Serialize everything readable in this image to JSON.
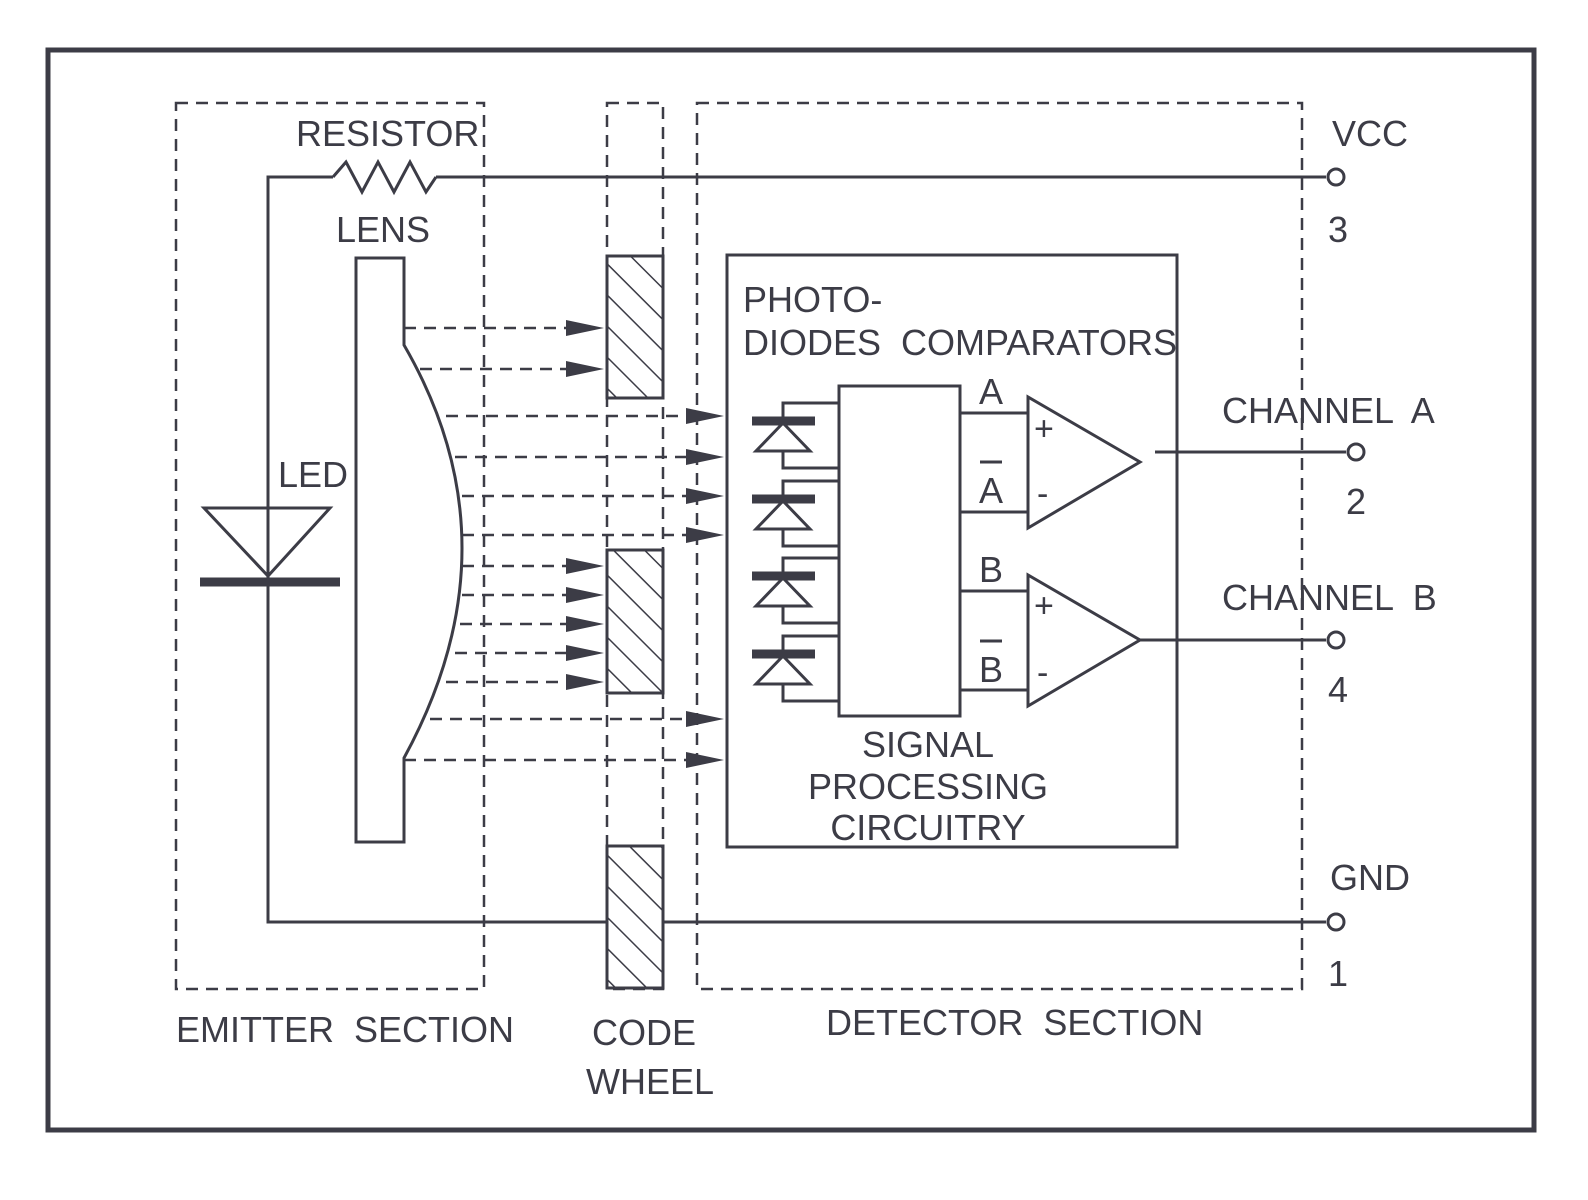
{
  "labels": {
    "resistor": "RESISTOR",
    "lens": "LENS",
    "led": "LED",
    "photo": "PHOTO-",
    "diodes_comparators": "DIODES  COMPARATORS",
    "a": "A",
    "a_bar": "A",
    "b": "B",
    "b_bar": "B",
    "signal": "SIGNAL",
    "processing": "PROCESSING",
    "circuitry": "CIRCUITRY",
    "vcc": "VCC",
    "pin3": "3",
    "channel_a": "CHANNEL  A",
    "pin2": "2",
    "channel_b": "CHANNEL  B",
    "pin4": "4",
    "gnd": "GND",
    "pin1": "1",
    "emitter_section": "EMITTER  SECTION",
    "code": "CODE",
    "wheel": "WHEEL",
    "detector_section": "DETECTOR  SECTION",
    "plus_a": "+",
    "minus_a": "-",
    "plus_b": "+",
    "minus_b": "-"
  },
  "colors": {
    "ink": "#3c3c46",
    "background": "#ffffff"
  }
}
